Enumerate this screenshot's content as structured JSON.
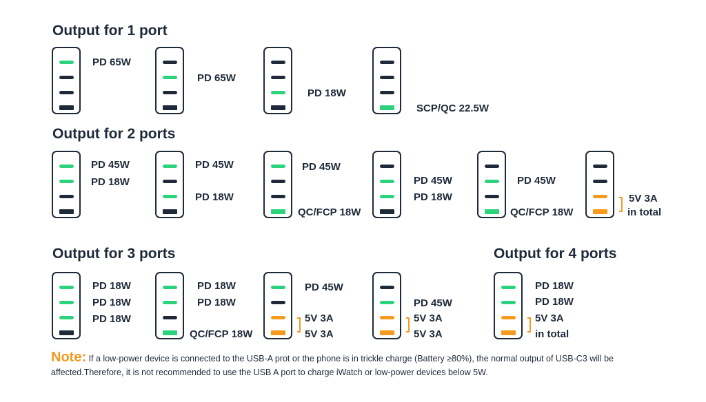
{
  "colors": {
    "active": "#2ad37c",
    "idle": "#1e2a3a",
    "usba_shared": "#f59a1b",
    "accent": "#f29a1e"
  },
  "headings": {
    "one_port": "Output for 1 port",
    "two_ports": "Output for 2 ports",
    "three_ports": "Output for 3 ports",
    "four_ports": "Output for 4 ports"
  },
  "configurations": [
    {
      "id": "1p-a",
      "ports": [
        "active",
        "idle",
        "idle",
        "idle"
      ],
      "labels": [
        "PD 65W"
      ]
    },
    {
      "id": "1p-b",
      "ports": [
        "idle",
        "active",
        "idle",
        "idle"
      ],
      "labels": [
        "PD 65W"
      ]
    },
    {
      "id": "1p-c",
      "ports": [
        "idle",
        "idle",
        "active",
        "idle"
      ],
      "labels": [
        "PD 18W"
      ]
    },
    {
      "id": "1p-d",
      "ports": [
        "idle",
        "idle",
        "idle",
        "active"
      ],
      "labels": [
        "SCP/QC 22.5W"
      ]
    },
    {
      "id": "2p-a",
      "ports": [
        "active",
        "active",
        "idle",
        "idle"
      ],
      "labels": [
        "PD 45W",
        "PD 18W"
      ]
    },
    {
      "id": "2p-b",
      "ports": [
        "active",
        "idle",
        "active",
        "idle"
      ],
      "labels": [
        "PD 45W",
        "PD 18W"
      ]
    },
    {
      "id": "2p-c",
      "ports": [
        "active",
        "idle",
        "idle",
        "active"
      ],
      "labels": [
        "PD 45W",
        "QC/FCP 18W"
      ]
    },
    {
      "id": "2p-d",
      "ports": [
        "idle",
        "active",
        "active",
        "idle"
      ],
      "labels": [
        "PD 45W",
        "PD 18W"
      ]
    },
    {
      "id": "2p-e",
      "ports": [
        "idle",
        "active",
        "idle",
        "active"
      ],
      "labels": [
        "PD 45W",
        "QC/FCP 18W"
      ]
    },
    {
      "id": "2p-f",
      "ports": [
        "idle",
        "idle",
        "shared",
        "shared"
      ],
      "labels": [
        "5V 3A",
        "in total"
      ]
    },
    {
      "id": "3p-a",
      "ports": [
        "active",
        "active",
        "active",
        "idle"
      ],
      "labels": [
        "PD 18W",
        "PD 18W",
        "PD 18W"
      ]
    },
    {
      "id": "3p-b",
      "ports": [
        "active",
        "active",
        "idle",
        "active"
      ],
      "labels": [
        "PD 18W",
        "PD 18W",
        "QC/FCP 18W"
      ]
    },
    {
      "id": "3p-c",
      "ports": [
        "active",
        "idle",
        "shared",
        "shared"
      ],
      "labels": [
        "PD 45W",
        "5V 3A",
        "5V 3A"
      ]
    },
    {
      "id": "3p-d",
      "ports": [
        "idle",
        "active",
        "shared",
        "shared"
      ],
      "labels": [
        "PD 45W",
        "5V 3A",
        "5V 3A"
      ]
    },
    {
      "id": "4p-a",
      "ports": [
        "active",
        "active",
        "shared",
        "shared"
      ],
      "labels": [
        "PD 18W",
        "PD 18W",
        "5V 3A",
        "in total"
      ]
    }
  ],
  "note": {
    "tag": "Note:",
    "text": " If a low-power device is connected to the USB-A prot or the phone is in trickle charge (Battery ≥80%), the normal output of USB-C3 will be affected.Therefore, it is not recommended to use the USB A port to charge iWatch or low-power devices below 5W."
  }
}
